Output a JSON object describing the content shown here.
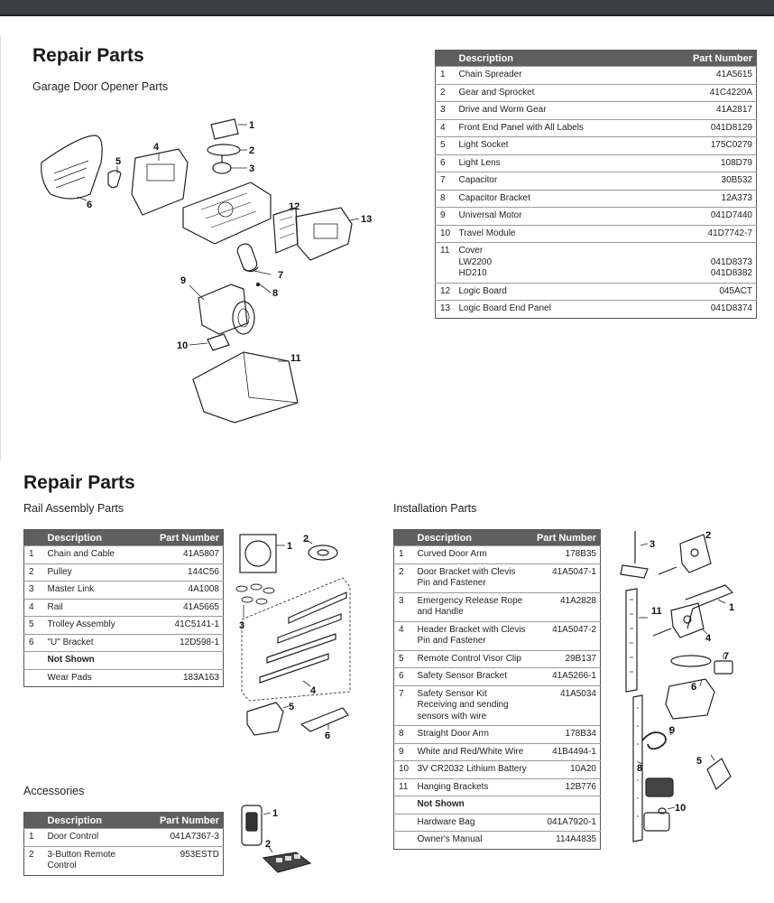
{
  "section1": {
    "title": "Repair Parts",
    "subtitle": "Garage Door Opener Parts",
    "table": {
      "headers": [
        "Description",
        "Part Number"
      ],
      "rows": [
        {
          "num": "1",
          "desc": "Chain Spreader",
          "part": "41A5615"
        },
        {
          "num": "2",
          "desc": "Gear and Sprocket",
          "part": "41C4220A"
        },
        {
          "num": "3",
          "desc": "Drive and Worm Gear",
          "part": "41A2817"
        },
        {
          "num": "4",
          "desc": "Front End Panel with All Labels",
          "part": "041D8129"
        },
        {
          "num": "5",
          "desc": "Light Socket",
          "part": "175C0279"
        },
        {
          "num": "6",
          "desc": "Light Lens",
          "part": "108D79"
        },
        {
          "num": "7",
          "desc": "Capacitor",
          "part": "30B532"
        },
        {
          "num": "8",
          "desc": "Capacitor Bracket",
          "part": "12A373"
        },
        {
          "num": "9",
          "desc": "Universal Motor",
          "part": "041D7440"
        },
        {
          "num": "10",
          "desc": "Travel Module",
          "part": "41D7742-7"
        },
        {
          "num": "11",
          "desc": "Cover",
          "desc2": "LW2200",
          "desc3": "HD210",
          "part": "",
          "part2": "041D8373",
          "part3": "041D8382"
        },
        {
          "num": "12",
          "desc": "Logic Board",
          "part": "045ACT"
        },
        {
          "num": "13",
          "desc": "Logic Board End Panel",
          "part": "041D8374"
        }
      ]
    },
    "callouts": [
      "1",
      "2",
      "3",
      "4",
      "5",
      "6",
      "7",
      "8",
      "9",
      "10",
      "11",
      "12",
      "13"
    ]
  },
  "section2": {
    "title": "Repair Parts",
    "rail": {
      "subtitle": "Rail Assembly Parts",
      "headers": [
        "Description",
        "Part Number"
      ],
      "rows": [
        {
          "num": "1",
          "desc": "Chain and Cable",
          "part": "41A5807"
        },
        {
          "num": "2",
          "desc": "Pulley",
          "part": "144C56"
        },
        {
          "num": "3",
          "desc": "Master Link",
          "part": "4A1008"
        },
        {
          "num": "4",
          "desc": "Rail",
          "part": "41A5665"
        },
        {
          "num": "5",
          "desc": "Trolley Assembly",
          "part": "41C5141-1"
        },
        {
          "num": "6",
          "desc": "\"U\" Bracket",
          "part": "12D598-1"
        },
        {
          "num": "",
          "desc": "Not Shown",
          "part": ""
        },
        {
          "num": "",
          "desc": "Wear Pads",
          "part": "183A163"
        }
      ],
      "callouts": [
        "1",
        "2",
        "3",
        "4",
        "5",
        "6"
      ]
    },
    "accessories": {
      "subtitle": "Accessories",
      "headers": [
        "Description",
        "Part Number"
      ],
      "rows": [
        {
          "num": "1",
          "desc": "Door Control",
          "part": "041A7367-3"
        },
        {
          "num": "2",
          "desc": "3-Button Remote",
          "desc2": "Control",
          "part": "953ESTD"
        }
      ],
      "callouts": [
        "1",
        "2"
      ]
    },
    "installation": {
      "subtitle": "Installation Parts",
      "headers": [
        "Description",
        "Part Number"
      ],
      "rows": [
        {
          "num": "1",
          "desc": "Curved Door Arm",
          "part": "178B35"
        },
        {
          "num": "2",
          "desc": "Door Bracket with Clevis",
          "desc2": "Pin and Fastener",
          "part": "41A5047-1"
        },
        {
          "num": "3",
          "desc": "Emergency Release Rope",
          "desc2": "and Handle",
          "part": "41A2828"
        },
        {
          "num": "4",
          "desc": "Header Bracket with Clevis",
          "desc2": "Pin and Fastener",
          "part": "41A5047-2"
        },
        {
          "num": "5",
          "desc": "Remote Control Visor Clip",
          "part": "29B137"
        },
        {
          "num": "6",
          "desc": "Safety Sensor Bracket",
          "part": "41A5266-1"
        },
        {
          "num": "7",
          "desc": "Safety Sensor Kit",
          "desc2": "Receiving and sending",
          "desc3": "sensors with wire",
          "part": "41A5034"
        },
        {
          "num": "8",
          "desc": "Straight Door Arm",
          "part": "178B34"
        },
        {
          "num": "9",
          "desc": "White and Red/White Wire",
          "part": "41B4494-1"
        },
        {
          "num": "10",
          "desc": "3V CR2032 Lithium Battery",
          "part": "10A20"
        },
        {
          "num": "11",
          "desc": "Hanging Brackets",
          "part": "12B776"
        },
        {
          "num": "",
          "desc": "Not Shown",
          "part": ""
        },
        {
          "num": "",
          "desc": "Hardware Bag",
          "part": "041A7920-1"
        },
        {
          "num": "",
          "desc": "Owner's Manual",
          "part": "114A4835"
        }
      ],
      "callouts": [
        "1",
        "2",
        "3",
        "4",
        "5",
        "6",
        "7",
        "8",
        "9",
        "10",
        "11"
      ]
    }
  }
}
